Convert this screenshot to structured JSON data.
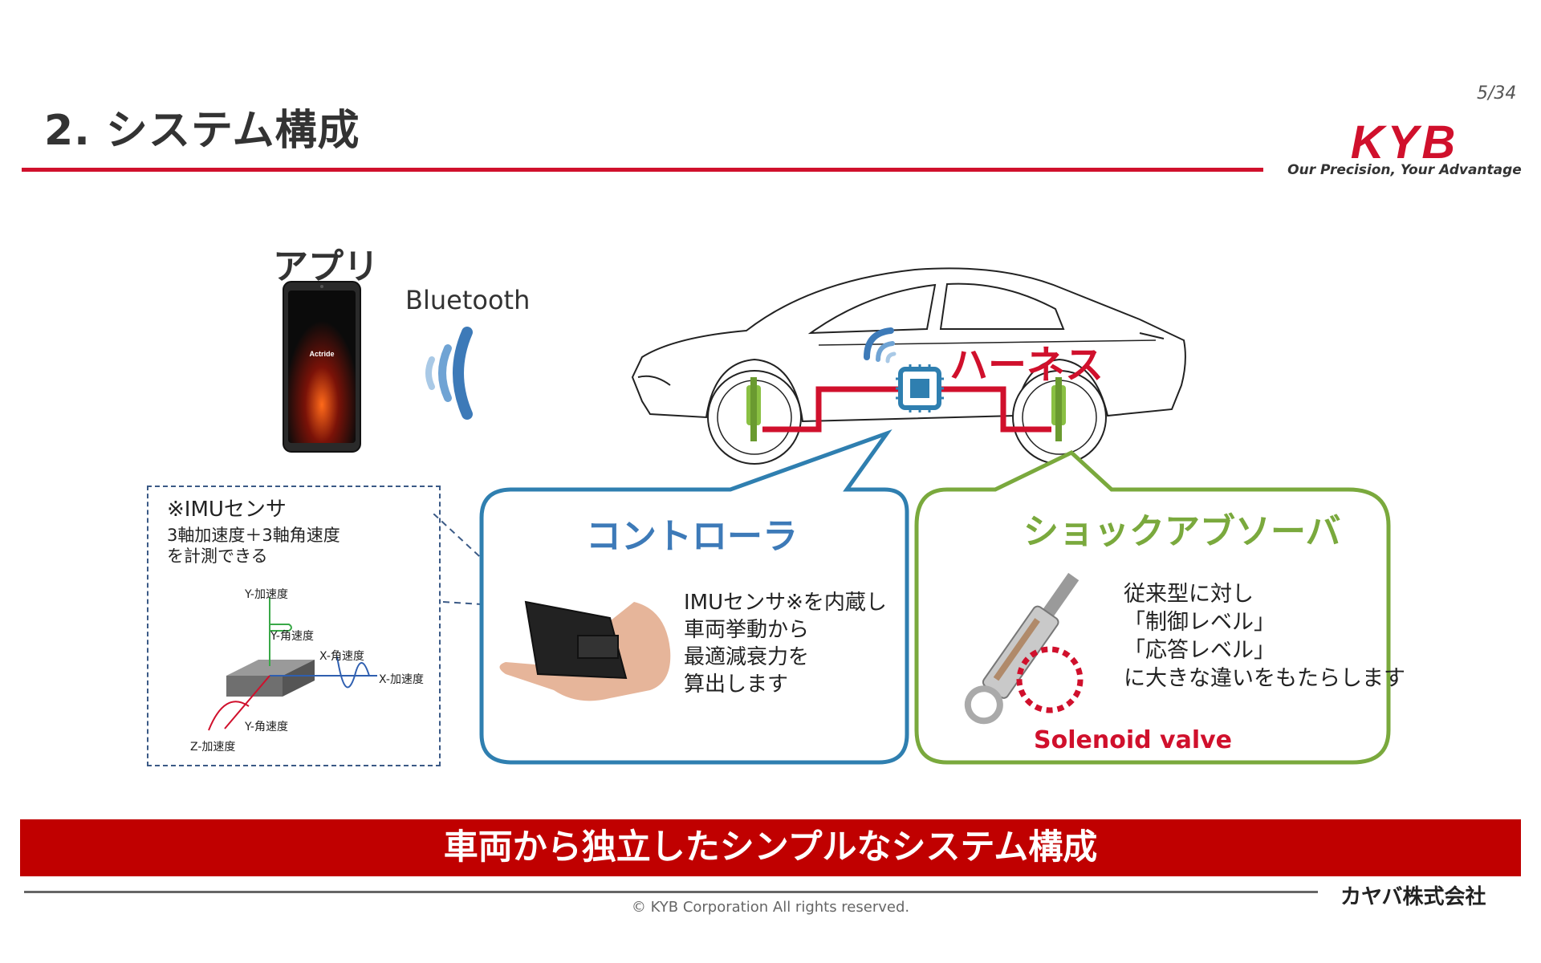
{
  "header": {
    "title": "2.  システム構成",
    "page_number": "5/34",
    "logo_text": "KYB",
    "logo_tagline": "Our Precision, Your Advantage"
  },
  "diagram": {
    "app_label": "アプリ",
    "phone_screen_text": "Actride",
    "bluetooth_label": "Bluetooth",
    "harness_label": "ハーネス"
  },
  "imu": {
    "title": "※IMUセンサ",
    "line1": "3軸加速度＋3軸角速度",
    "line2": "を計測できる",
    "axes": {
      "y_accel": "Y-加速度",
      "y_angular": "Y-角速度",
      "x_angular": "X-角速度",
      "x_accel": "X-加速度",
      "z_angular": "Y-角速度",
      "z_accel": "Z-加速度"
    }
  },
  "controller": {
    "title": "コントローラ",
    "lines": [
      "IMUセンサ※を内蔵し",
      "車両挙動から",
      "最適減衰力を",
      "算出します"
    ]
  },
  "shock_absorber": {
    "title": "ショックアブソーバ",
    "lines": [
      "従来型に対し",
      "「制御レベル」",
      "「応答レベル」",
      "に大きな違いをもたらします"
    ],
    "solenoid_label": "Solenoid valve"
  },
  "banner": {
    "text": "車両から独立したシンプルなシステム構成"
  },
  "footer": {
    "company": "カヤバ株式会社",
    "copyright": "© KYB Corporation All rights reserved."
  },
  "colors": {
    "accent_red": "#d0102c",
    "banner_red": "#c00000",
    "controller_blue": "#2f7fb0",
    "shock_green": "#7aa93d",
    "bluetooth_blue": "#3d7ab8"
  }
}
